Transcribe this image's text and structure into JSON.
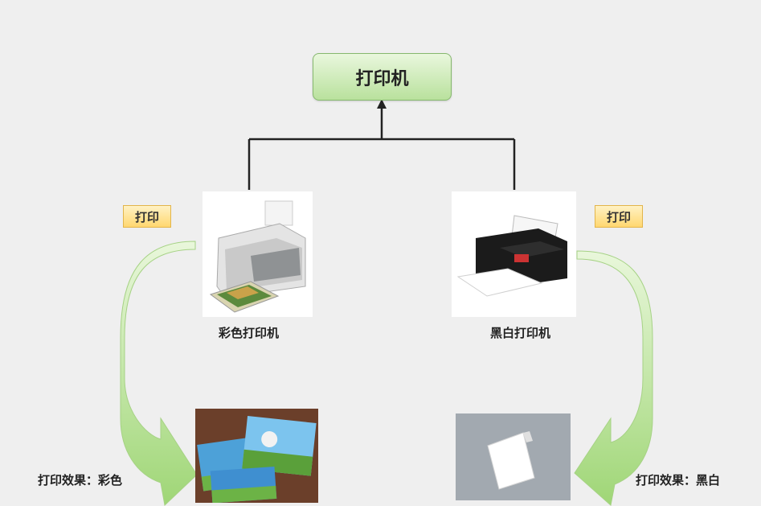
{
  "root": {
    "label": "打印机"
  },
  "action_tags": {
    "left": "打印",
    "right": "打印"
  },
  "printers": {
    "color": {
      "label": "彩色打印机"
    },
    "bw": {
      "label": "黑白打印机"
    }
  },
  "effects": {
    "color": {
      "label": "打印效果：彩色"
    },
    "bw": {
      "label": "打印效果：黑白"
    }
  },
  "colors": {
    "background": "#efefef",
    "root_fill": "#b9e19d",
    "tag_fill": "#ffd770",
    "arrow_fill": "#b5e08f",
    "connector": "#222222"
  },
  "icons": [
    "color-printer-image",
    "black-white-printer-image",
    "color-print-result-image",
    "black-white-print-result-image",
    "curved-arrow-left",
    "curved-arrow-right",
    "arrow-up-icon"
  ]
}
